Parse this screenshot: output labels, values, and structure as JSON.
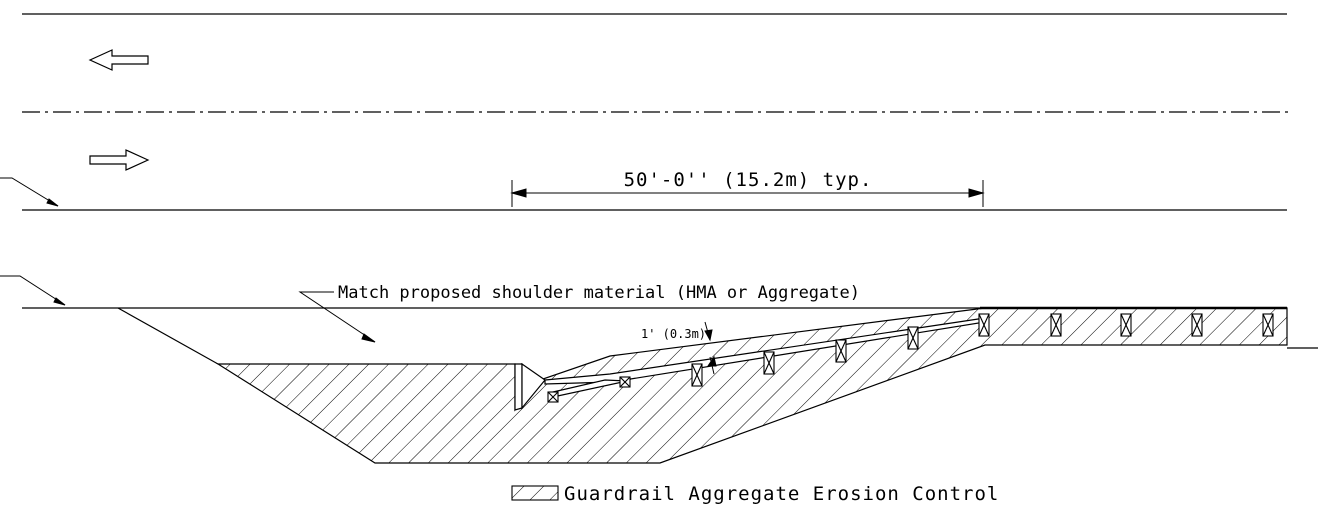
{
  "labels": {
    "spacing_dimension": "50'-0'' (15.2m) typ.",
    "shoulder_note": "Match proposed shoulder material (HMA or Aggregate)",
    "depth_dimension": "1' (0.3m)",
    "legend_label": "Guardrail Aggregate Erosion Control"
  },
  "colors": {
    "line": "#000000",
    "background": "#ffffff"
  },
  "icons": {
    "left_arrow": "arrow-left-icon",
    "right_arrow": "arrow-right-icon",
    "post": "guardrail-post-icon"
  }
}
